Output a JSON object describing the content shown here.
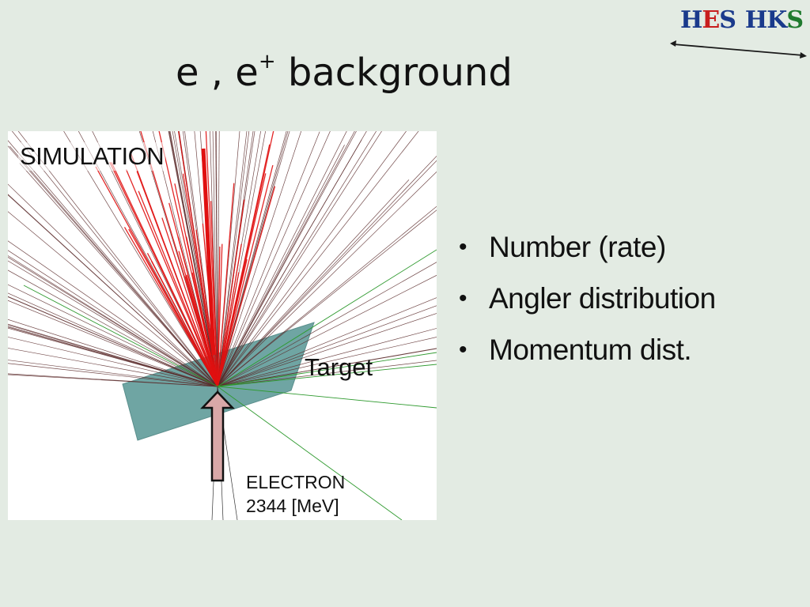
{
  "logo": {
    "part1_h": "H",
    "part1_e": "E",
    "part1_s": "S",
    "part2_hk": "HK",
    "part2_s": "S"
  },
  "title": {
    "main": "e , e",
    "sup": "+",
    "rest": " background"
  },
  "figure": {
    "sim_label": "SIMULATION",
    "target_label": "Target",
    "beam_line1": "ELECTRON",
    "beam_line2": "2344 [MeV]",
    "colors": {
      "target_plane": "#6fa5a3",
      "electron_tracks": "#5a2a2a",
      "positron_tracks": "#e01010",
      "photon_tracks": "#2f9a2f",
      "beam_arrow_fill": "#d9a8a8"
    }
  },
  "bullets": [
    {
      "glyph": "•",
      "text": "Number (rate)"
    },
    {
      "glyph": "•",
      "text": "Angler distribution"
    },
    {
      "glyph": "•",
      "text": "Momentum dist."
    }
  ]
}
